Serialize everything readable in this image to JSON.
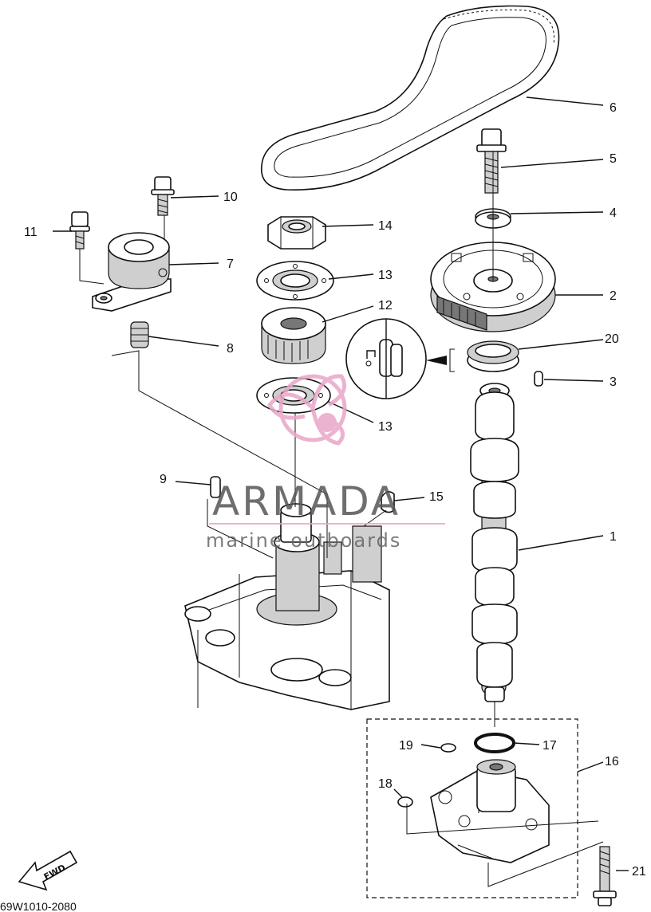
{
  "diagram": {
    "part_numbers": [
      "1",
      "2",
      "3",
      "4",
      "5",
      "6",
      "7",
      "8",
      "9",
      "10",
      "11",
      "12",
      "13",
      "13",
      "14",
      "15",
      "16",
      "17",
      "18",
      "19",
      "20",
      "21"
    ],
    "diagram_code": "69W1010-2080",
    "direction_label": "FWD"
  },
  "watermark": {
    "brand": "ARMADA",
    "tagline": "marine outboards",
    "brand_color": "#e8a6c8",
    "text_color": "#555555"
  }
}
